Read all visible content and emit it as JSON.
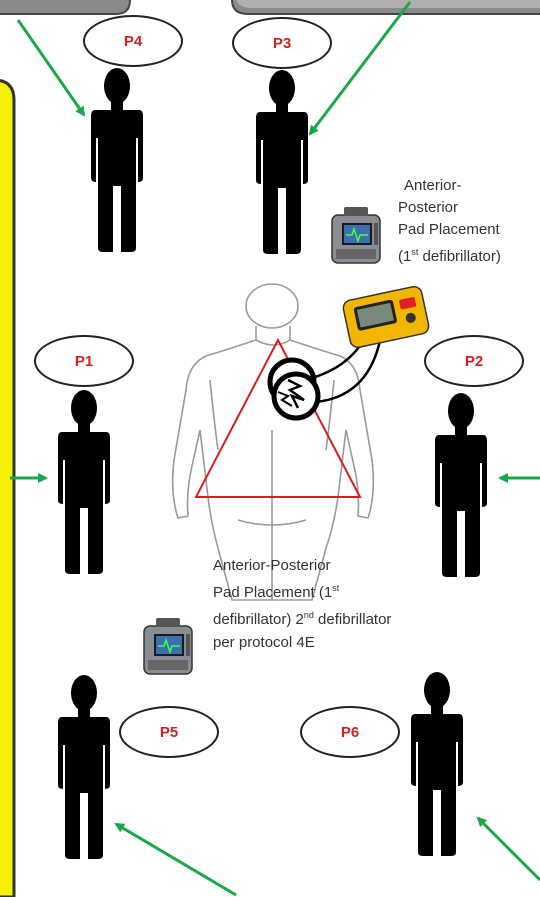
{
  "positions": [
    {
      "id": "p4",
      "label": "P4"
    },
    {
      "id": "p3",
      "label": "P3"
    },
    {
      "id": "p1",
      "label": "P1"
    },
    {
      "id": "p2",
      "label": "P2"
    },
    {
      "id": "p5",
      "label": "P5"
    },
    {
      "id": "p6",
      "label": "P6"
    }
  ],
  "caption_top": {
    "line1": "Anterior-",
    "line2": "Posterior",
    "line3": "Pad Placement",
    "line4_pre": "(1",
    "line4_sup": "st",
    "line4_post": " defibrillator)"
  },
  "caption_bottom": {
    "line1": "Anterior-Posterior",
    "line2_pre": "Pad Placement (1",
    "line2_sup": "st",
    "line3_pre": "defibrillator) 2",
    "line3_sup": "nd",
    "line3_post": " defibrillator",
    "line4": "per protocol 4E"
  },
  "colors": {
    "arrow": "#1aa84a",
    "triangle": "#d42020",
    "label_text": "#d32020",
    "sidebar_fill": "#f4f200",
    "figure": "#000000"
  },
  "icons": [
    "person-icon",
    "defibrillator-monitor-icon",
    "aed-device-icon",
    "defib-pad-icon",
    "body-outline-icon"
  ]
}
